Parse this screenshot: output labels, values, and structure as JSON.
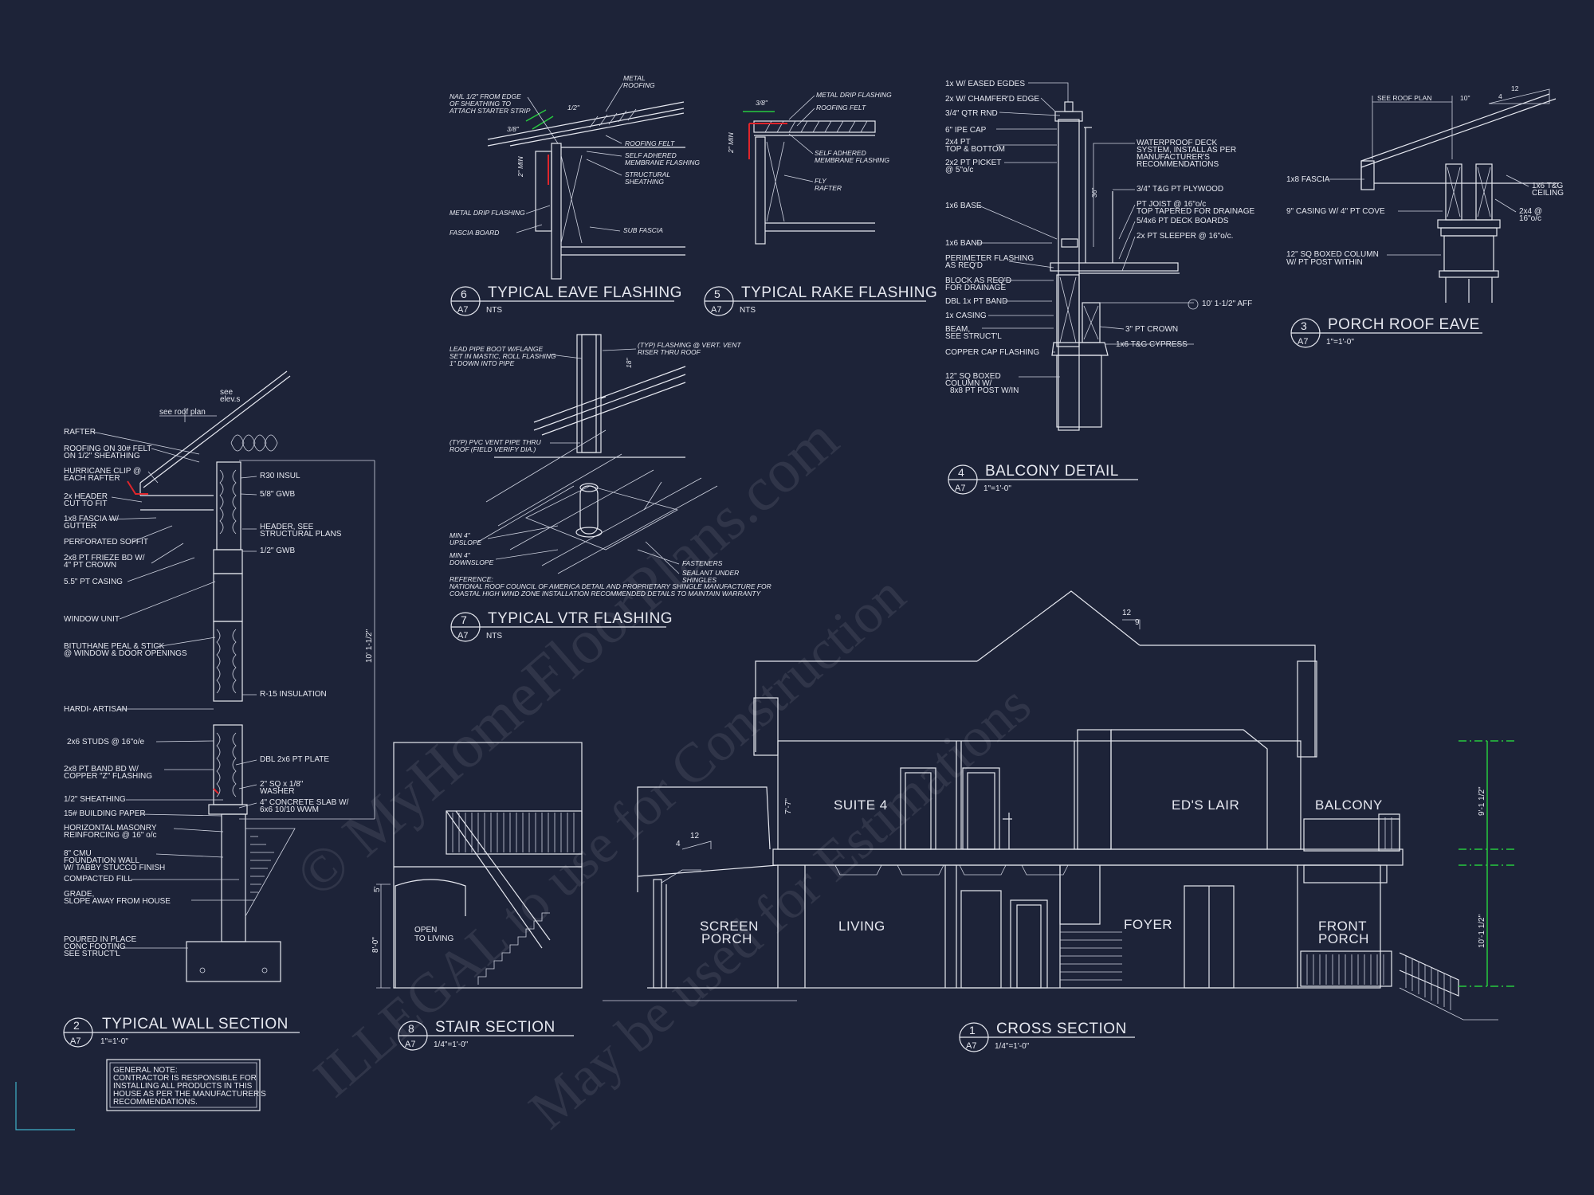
{
  "watermark": {
    "line1": "© MyHomeFloorPlans.com",
    "line2": "ILLEGAL to use for Construction",
    "line3": "May be used for Estimations"
  },
  "details": {
    "d6": {
      "num": "6",
      "sheet": "A7",
      "title": "TYPICAL EAVE FLASHING",
      "scale": "NTS",
      "notes": [
        "NAIL 1/2\" FROM EDGE",
        "OF SHEATHING TO",
        "ATTACH STARTER STRIP",
        "METAL",
        "ROOFING",
        "ROOFING FELT",
        "SELF ADHERED",
        "MEMBRANE FLASHING",
        "STRUCTURAL",
        "SHEATHING",
        "METAL DRIP FLASHING",
        "FASCIA BOARD",
        "SUB FASCIA",
        "3/8\"",
        "1/2\"",
        "2\" MIN"
      ]
    },
    "d5": {
      "num": "5",
      "sheet": "A7",
      "title": "TYPICAL RAKE FLASHING",
      "scale": "NTS",
      "notes": [
        "METAL DRIP FLASHING",
        "ROOFING FELT",
        "SELF ADHERED",
        "MEMBRANE FLASHING",
        "FLY",
        "RAFTER",
        "3/8\"",
        "2\" MIN"
      ]
    },
    "d4": {
      "num": "4",
      "sheet": "A7",
      "title": "BALCONY DETAIL",
      "scale": "1\"=1'-0\"",
      "left": [
        "1x W/ EASED EGDES",
        "2x W/ CHAMFER'D EDGE",
        "3/4\" QTR RND",
        "6\" IPE CAP",
        "2x4 PT",
        "TOP & BOTTOM",
        "2x2 PT PICKET",
        "@ 5\"o/c",
        "1x6 BASE",
        "1x6 BAND",
        "PERIMETER FLASHING",
        "AS REQ'D",
        "BLOCK AS REQ'D",
        "FOR DRAINAGE",
        "DBL 1x PT BAND",
        "1x CASING",
        "BEAM,",
        "SEE STRUCT'L",
        "COPPER CAP FLASHING",
        "12\" SQ BOXED",
        "COLUMN W/",
        "8x8 PT POST W/IN"
      ],
      "right": [
        "WATERPROOF DECK",
        "SYSTEM, INSTALL AS PER",
        "MANUFACTURER'S",
        "RECOMMENDATIONS",
        "3/4\" T&G PT PLYWOOD",
        "PT JOIST @ 16\"o/c",
        "TOP TAPERED FOR DRAINAGE",
        "5/4x6 PT DECK BOARDS",
        "2x PT SLEEPER @ 16\"o/c.",
        "10' 1-1/2\" AFF",
        "3\" PT CROWN",
        "1x6 T&G CYPRESS",
        "36\""
      ]
    },
    "d3": {
      "num": "3",
      "sheet": "A7",
      "title": "PORCH ROOF EAVE",
      "scale": "1\"=1'-0\"",
      "notes": [
        "SEE ROOF PLAN",
        "10\"",
        "12",
        "4",
        "1x8 FASCIA",
        "1x6 T&G",
        "CEILING",
        "9\" CASING W/ 4\" PT COVE",
        "2x4 @",
        "16\"o/c",
        "12\" SQ BOXED COLUMN",
        "W/ PT POST WITHIN"
      ]
    },
    "d7": {
      "num": "7",
      "sheet": "A7",
      "title": "TYPICAL VTR FLASHING",
      "scale": "NTS",
      "notes": [
        "LEAD PIPE BOOT W/FLANGE",
        "SET IN MASTIC, ROLL FLASHING",
        "1\" DOWN INTO PIPE",
        "(TYP) FLASHING @ VERT. VENT",
        "RISER THRU ROOF",
        "18\"",
        "(TYP) PVC VENT PIPE THRU",
        "ROOF (FIELD VERIFY DIA.)",
        "MIN 4\"",
        "UPSLOPE",
        "MIN 4\"",
        "DOWNSLOPE",
        "FASTENERS",
        "SEALANT UNDER",
        "SHINGLES",
        "REFERENCE:",
        "NATIONAL ROOF COUNCIL OF AMERICA DETAIL AND PROPRIETARY SHINGLE MANUFACTURE FOR",
        "COASTAL HIGH WIND ZONE INSTALLATION RECOMMENDED DETAILS TO MAINTAIN WARRANTY"
      ]
    },
    "d2": {
      "num": "2",
      "sheet": "A7",
      "title": "TYPICAL WALL SECTION",
      "scale": "1\"=1'-0\"",
      "left": [
        "RAFTER",
        "ROOFING ON 30# FELT",
        "ON 1/2\" SHEATHING",
        "HURRICANE CLIP @",
        "EACH RAFTER",
        "2x HEADER",
        "CUT TO FIT",
        "1x8 FASCIA W/",
        "GUTTER",
        "PERFORATED SOFFIT",
        "2x8 PT FRIEZE BD W/",
        "4\" PT CROWN",
        "5.5\" PT CASING",
        "WINDOW UNIT",
        "BITUTHANE PEAL & STICK",
        "@ WINDOW & DOOR OPENINGS",
        "HARDI- ARTISAN",
        "2x6 STUDS @ 16\"o/e",
        "2x8 PT BAND BD W/",
        "COPPER \"Z\" FLASHING",
        "1/2\" SHEATHING",
        "15# BUILDING PAPER",
        "HORIZONTAL MASONRY",
        "REINFORCING @ 16\" o/c",
        "8\" CMU",
        "FOUNDATION WALL",
        "W/ TABBY STUCCO FINISH",
        "COMPACTED FILL",
        "GRADE,",
        "SLOPE AWAY FROM HOUSE",
        "POURED IN PLACE",
        "CONC FOOTING",
        "SEE STRUCT'L"
      ],
      "right": [
        "R30 INSUL",
        "5/8\" GWB",
        "HEADER, SEE",
        "STRUCTURAL PLANS",
        "1/2\" GWB",
        "R-15 INSULATION",
        "DBL 2x6 PT PLATE",
        "2\" SQ x 1/8\"",
        "WASHER",
        "4\" CONCRETE SLAB W/",
        "6x6 10/10 WWM",
        "see roof plan",
        "see",
        "elev.s",
        "10' 1-1/2\""
      ]
    },
    "d8": {
      "num": "8",
      "sheet": "A7",
      "title": "STAIR SECTION",
      "scale": "1/4\"=1'-0\"",
      "notes": [
        "OPEN",
        "TO LIVING",
        "8'-0\"",
        "5'"
      ]
    },
    "d1": {
      "num": "1",
      "sheet": "A7",
      "title": "CROSS SECTION",
      "scale": "1/4\"=1'-0\"",
      "rooms": [
        "SUITE 4",
        "ED'S LAIR",
        "BALCONY",
        "SCREEN",
        "PORCH",
        "LIVING",
        "FOYER",
        "FRONT",
        "PORCH"
      ],
      "dims": [
        "9'-1 1/2\"",
        "10'-1 1/2\"",
        "7'-7\"",
        "12",
        "9",
        "4",
        "12"
      ]
    }
  },
  "general_note": [
    "GENERAL NOTE:",
    "CONTRACTOR IS RESPONSIBLE FOR",
    "INSTALLING ALL PRODUCTS IN THIS",
    "HOUSE AS PER THE MANUFACTURER'S",
    "RECOMMENDATIONS."
  ]
}
